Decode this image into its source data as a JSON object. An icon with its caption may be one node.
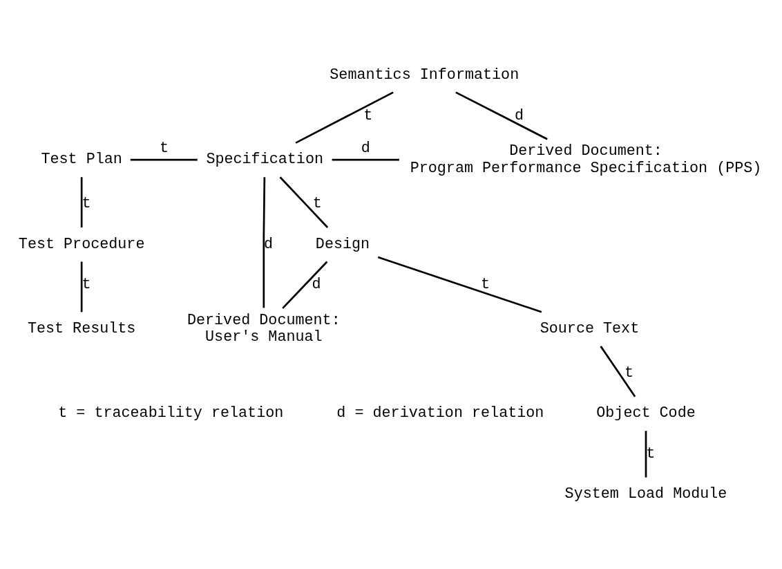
{
  "diagram": {
    "nodes": [
      {
        "text": [
          "Semantics Information"
        ]
      },
      {
        "text": [
          "Test Plan"
        ]
      },
      {
        "text": [
          "Specification"
        ]
      },
      {
        "text": [
          "Derived Document:",
          "Program Performance Specification (PPS)"
        ]
      },
      {
        "text": [
          "Design"
        ]
      },
      {
        "text": [
          "Test Procedure"
        ]
      },
      {
        "text": [
          "Source Text"
        ]
      },
      {
        "text": [
          "Derived Document:",
          "User's Manual"
        ]
      },
      {
        "text": [
          "Test Results"
        ]
      },
      {
        "text": [
          "Object Code"
        ]
      },
      {
        "text": [
          "System Load Module"
        ]
      }
    ],
    "edges": [
      {
        "from": 0,
        "to": 2,
        "arrow": "none",
        "label": "t"
      },
      {
        "from": 0,
        "to": 3,
        "arrow": "none",
        "label": "d"
      },
      {
        "from": 1,
        "to": 2,
        "arrow": "none",
        "label": "t"
      },
      {
        "from": 2,
        "to": 3,
        "arrow": "none",
        "label": "d"
      },
      {
        "from": 2,
        "to": 4,
        "arrow": "none",
        "label": "t"
      },
      {
        "from": 1,
        "to": 5,
        "arrow": "none",
        "label": "t"
      },
      {
        "from": 2,
        "to": 7,
        "arrow": "none",
        "label": "d"
      },
      {
        "from": 4,
        "to": 7,
        "arrow": "none",
        "label": "d"
      },
      {
        "from": 4,
        "to": 6,
        "arrow": "none",
        "label": "t"
      },
      {
        "from": 5,
        "to": 8,
        "arrow": "none",
        "label": "t"
      },
      {
        "from": 6,
        "to": 9,
        "arrow": "none",
        "label": "t"
      },
      {
        "from": 9,
        "to": 10,
        "arrow": "none",
        "label": "t"
      }
    ],
    "labels": [
      "t = traceability relation",
      "d = derivation relation"
    ]
  }
}
